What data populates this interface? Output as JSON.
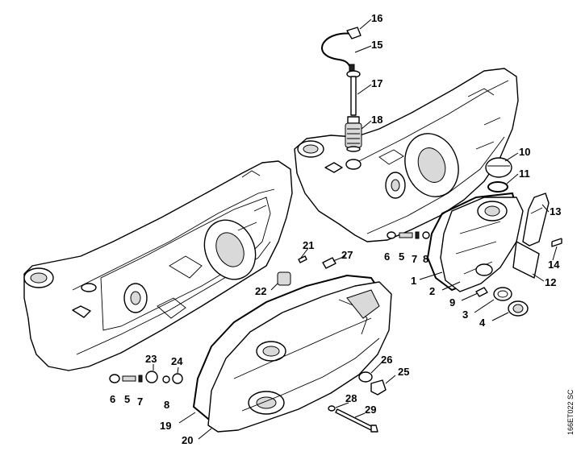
{
  "diagram": {
    "drawing_code": "166ET022 SC",
    "callouts": [
      {
        "id": "c16",
        "label": "16"
      },
      {
        "id": "c15",
        "label": "15"
      },
      {
        "id": "c17",
        "label": "17"
      },
      {
        "id": "c18",
        "label": "18"
      },
      {
        "id": "c10",
        "label": "10"
      },
      {
        "id": "c11",
        "label": "11"
      },
      {
        "id": "c13",
        "label": "13"
      },
      {
        "id": "c21",
        "label": "21"
      },
      {
        "id": "c27",
        "label": "27"
      },
      {
        "id": "c22",
        "label": "22"
      },
      {
        "id": "c6a",
        "label": "6"
      },
      {
        "id": "c5a",
        "label": "5"
      },
      {
        "id": "c7a",
        "label": "7"
      },
      {
        "id": "c8a",
        "label": "8"
      },
      {
        "id": "c14",
        "label": "14"
      },
      {
        "id": "c1",
        "label": "1"
      },
      {
        "id": "c2",
        "label": "2"
      },
      {
        "id": "c12",
        "label": "12"
      },
      {
        "id": "c9",
        "label": "9"
      },
      {
        "id": "c3",
        "label": "3"
      },
      {
        "id": "c4",
        "label": "4"
      },
      {
        "id": "c23",
        "label": "23"
      },
      {
        "id": "c24",
        "label": "24"
      },
      {
        "id": "c6b",
        "label": "6"
      },
      {
        "id": "c5b",
        "label": "5"
      },
      {
        "id": "c7b",
        "label": "7"
      },
      {
        "id": "c8b",
        "label": "8"
      },
      {
        "id": "c26",
        "label": "26"
      },
      {
        "id": "c25",
        "label": "25"
      },
      {
        "id": "c28",
        "label": "28"
      },
      {
        "id": "c29",
        "label": "29"
      },
      {
        "id": "c19",
        "label": "19"
      },
      {
        "id": "c20",
        "label": "20"
      }
    ]
  }
}
